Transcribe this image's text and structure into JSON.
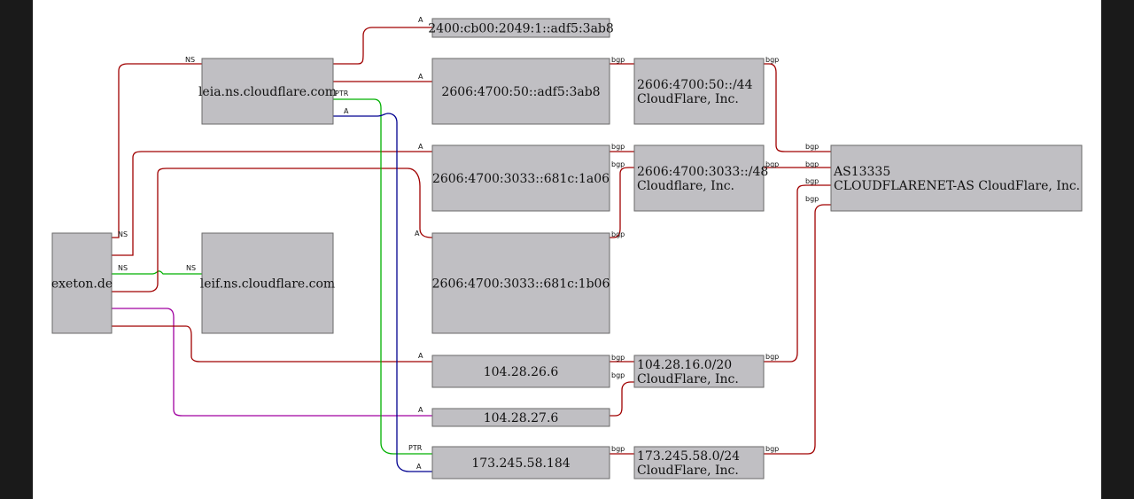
{
  "colors": {
    "red": "#a00000",
    "green": "#00b000",
    "blue": "#000090",
    "magenta": "#a000a0",
    "node_fill": "#c0bfc3"
  },
  "nodes": [
    {
      "id": "exeton",
      "lines": [
        "exeton.de"
      ]
    },
    {
      "id": "leia",
      "lines": [
        "leia.ns.cloudflare.com"
      ]
    },
    {
      "id": "leif",
      "lines": [
        "leif.ns.cloudflare.com"
      ]
    },
    {
      "id": "ip6a",
      "lines": [
        "2400:cb00:2049:1::adf5:3ab8"
      ]
    },
    {
      "id": "ip6b",
      "lines": [
        "2606:4700:50::adf5:3ab8"
      ]
    },
    {
      "id": "ip6c",
      "lines": [
        "2606:4700:3033::681c:1a06"
      ]
    },
    {
      "id": "ip6d",
      "lines": [
        "2606:4700:3033::681c:1b06"
      ]
    },
    {
      "id": "ip4a",
      "lines": [
        "104.28.26.6"
      ]
    },
    {
      "id": "ip4b",
      "lines": [
        "104.28.27.6"
      ]
    },
    {
      "id": "ip4c",
      "lines": [
        "173.245.58.184"
      ]
    },
    {
      "id": "pfx6a",
      "lines": [
        "2606:4700:50::/44",
        "CloudFlare, Inc."
      ]
    },
    {
      "id": "pfx6b",
      "lines": [
        "2606:4700:3033::/48",
        "Cloudflare, Inc."
      ]
    },
    {
      "id": "pfx4a",
      "lines": [
        "104.28.16.0/20",
        "CloudFlare, Inc."
      ]
    },
    {
      "id": "pfx4c",
      "lines": [
        "173.245.58.0/24",
        "CloudFlare, Inc."
      ]
    },
    {
      "id": "as",
      "lines": [
        "AS13335",
        "CLOUDFLARENET-AS CloudFlare, Inc."
      ]
    }
  ],
  "edges": [
    {
      "id": "e-ns-leia",
      "label": "NS",
      "color": "red"
    },
    {
      "id": "e-ns-leif",
      "label": "NS",
      "color": "green"
    },
    {
      "id": "e-ns-exeton-in",
      "label": "NS",
      "color": "red"
    },
    {
      "id": "e-ns-leif-in",
      "label": "NS",
      "color": "green"
    },
    {
      "id": "e-a1",
      "label": "A",
      "color": "red"
    },
    {
      "id": "e-a2",
      "label": "A",
      "color": "red"
    },
    {
      "id": "e-a3",
      "label": "A",
      "color": "magenta"
    },
    {
      "id": "e-a4",
      "label": "A",
      "color": "red"
    },
    {
      "id": "e-leia-a-ip6a",
      "label": "A",
      "color": "red"
    },
    {
      "id": "e-leia-a-ip6b",
      "label": "A",
      "color": "red"
    },
    {
      "id": "e-leia-ptr",
      "label": "PTR",
      "color": "green"
    },
    {
      "id": "e-leia-a-blue",
      "label": "A",
      "color": "blue"
    },
    {
      "id": "e-in-ip6a",
      "label": "A",
      "color": "red"
    },
    {
      "id": "e-in-ip6b",
      "label": "A",
      "color": "red"
    },
    {
      "id": "e-in-ip6c",
      "label": "A",
      "color": "red"
    },
    {
      "id": "e-in-ip6d",
      "label": "A",
      "color": "red"
    },
    {
      "id": "e-in-ip4a",
      "label": "A",
      "color": "red"
    },
    {
      "id": "e-in-ip4b",
      "label": "A",
      "color": "magenta"
    },
    {
      "id": "e-in-ip4c-ptr",
      "label": "PTR",
      "color": "green"
    },
    {
      "id": "e-in-ip4c-a",
      "label": "A",
      "color": "blue"
    },
    {
      "id": "e-bgp-ip6b",
      "label": "bgp",
      "color": "red"
    },
    {
      "id": "e-bgp-ip6c",
      "label": "bgp",
      "color": "red"
    },
    {
      "id": "e-bgp-ip6d",
      "label": "bgp",
      "color": "red"
    },
    {
      "id": "e-bgp-ip4a",
      "label": "bgp",
      "color": "red"
    },
    {
      "id": "e-bgp-ip4b",
      "label": "bgp",
      "color": "red"
    },
    {
      "id": "e-bgp-ip4c",
      "label": "bgp",
      "color": "red"
    },
    {
      "id": "e-bgp-pfx6a",
      "label": "bgp",
      "color": "red"
    },
    {
      "id": "e-bgp-pfx6b-in",
      "label": "bgp",
      "color": "red"
    },
    {
      "id": "e-bgp-pfx6b-out",
      "label": "bgp",
      "color": "red"
    },
    {
      "id": "e-bgp-pfx4a",
      "label": "bgp",
      "color": "red"
    },
    {
      "id": "e-bgp-pfx4c",
      "label": "bgp",
      "color": "red"
    },
    {
      "id": "e-bgp-as1",
      "label": "bgp",
      "color": "red"
    },
    {
      "id": "e-bgp-as2",
      "label": "bgp",
      "color": "red"
    },
    {
      "id": "e-bgp-as3",
      "label": "bgp",
      "color": "red"
    },
    {
      "id": "e-bgp-as4",
      "label": "bgp",
      "color": "red"
    }
  ]
}
